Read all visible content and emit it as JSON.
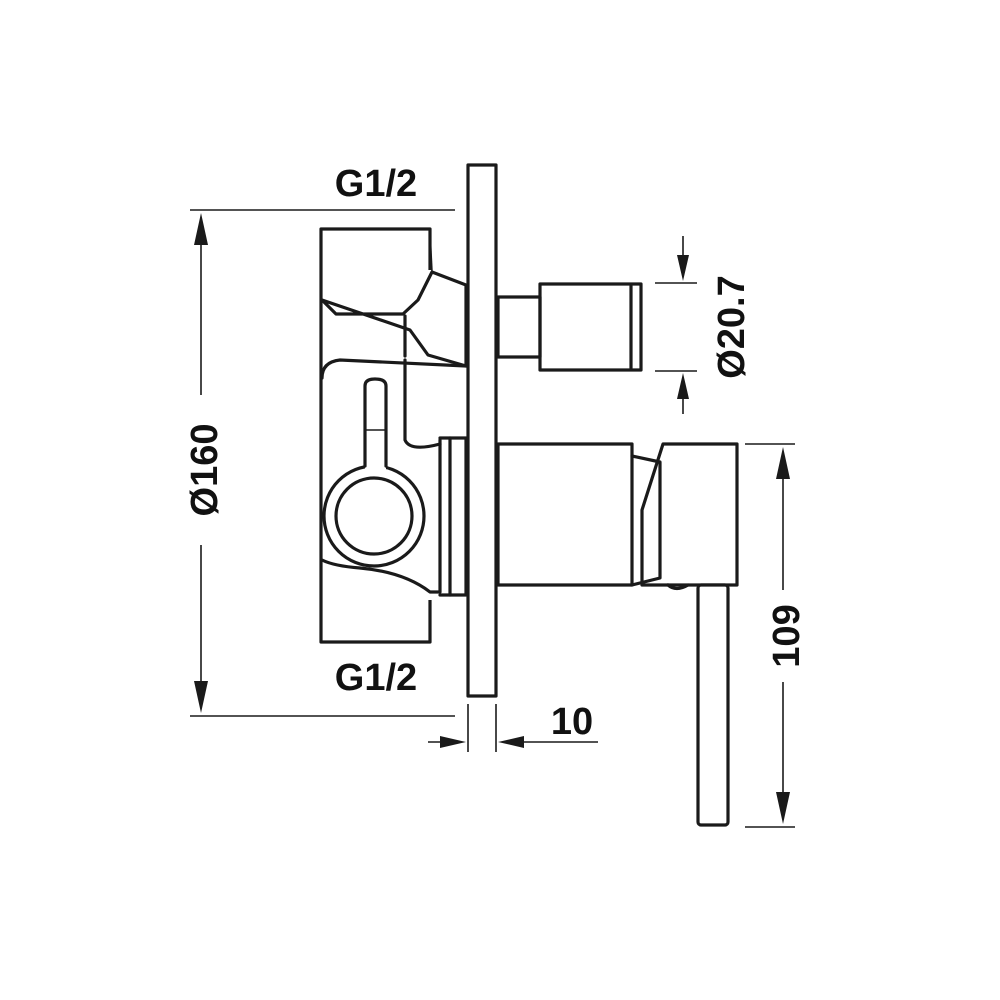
{
  "labels": {
    "inlet_top": "G1/2",
    "inlet_bottom": "G1/2",
    "plate_diameter": "Ø160",
    "spout_diameter": "Ø20.7",
    "plate_thickness": "10",
    "handle_height": "109"
  },
  "colors": {
    "line": "#1a1a1a",
    "text": "#111111",
    "background": "#ffffff"
  }
}
